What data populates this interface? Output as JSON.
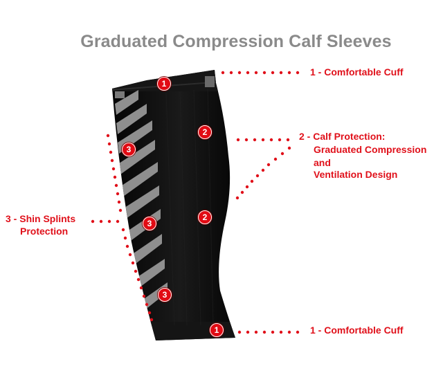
{
  "title": "Graduated Compression Calf Sleeves",
  "colors": {
    "accent": "#e0101a",
    "title": "#8a8a8a",
    "sleeve": "#0c0c0c",
    "stripe": "#8f8f8f"
  },
  "callouts": {
    "cuff_top": "1 - Comfortable Cuff",
    "calf_line1": "2 - Calf Protection:",
    "calf_line2": "Graduated Compression",
    "calf_line3": "and",
    "calf_line4": "Ventilation Design",
    "shin_line1": "3 - Shin Splints",
    "shin_line2": "Protection",
    "cuff_bottom": "1 - Comfortable Cuff"
  },
  "markers": {
    "cuff_top": "1",
    "calf_upper": "2",
    "calf_lower": "2",
    "shin_upper": "3",
    "shin_middle": "3",
    "shin_lower": "3",
    "cuff_bottom": "1"
  }
}
